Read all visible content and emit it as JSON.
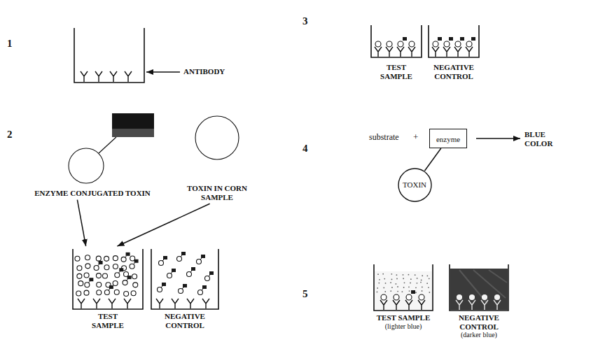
{
  "diagram": {
    "nodes": [
      {
        "text": [
          "ENZYME CONJUGATED TOXIN"
        ]
      },
      {
        "text": [
          "TOXIN IN CORN SAMPLE"
        ]
      },
      {
        "text": [
          "TEST SAMPLE"
        ]
      },
      {
        "text": [
          "NEGATIVE CONTROL"
        ]
      },
      {
        "text": [
          "TEST SAMPLE"
        ]
      },
      {
        "text": [
          "NEGATIVE CONTROL"
        ]
      },
      {
        "text": [
          "enzyme"
        ]
      },
      {
        "text": [
          "TOXIN"
        ]
      },
      {
        "text": [
          "TEST SAMPLE",
          "(lighter blue)"
        ]
      },
      {
        "text": [
          "NEGATIVE CONTROL",
          "(darker blue)"
        ]
      }
    ],
    "edges": [
      {
        "from": 0,
        "to": 2,
        "arrow": "to"
      },
      {
        "from": 1,
        "to": 2,
        "arrow": "to"
      },
      {
        "from": 7,
        "to": 6,
        "arrow": "none"
      }
    ],
    "labels": [
      "1",
      "2",
      "3",
      "4",
      "5",
      "ANTIBODY",
      "substrate",
      "+",
      "BLUE COLOR"
    ]
  }
}
